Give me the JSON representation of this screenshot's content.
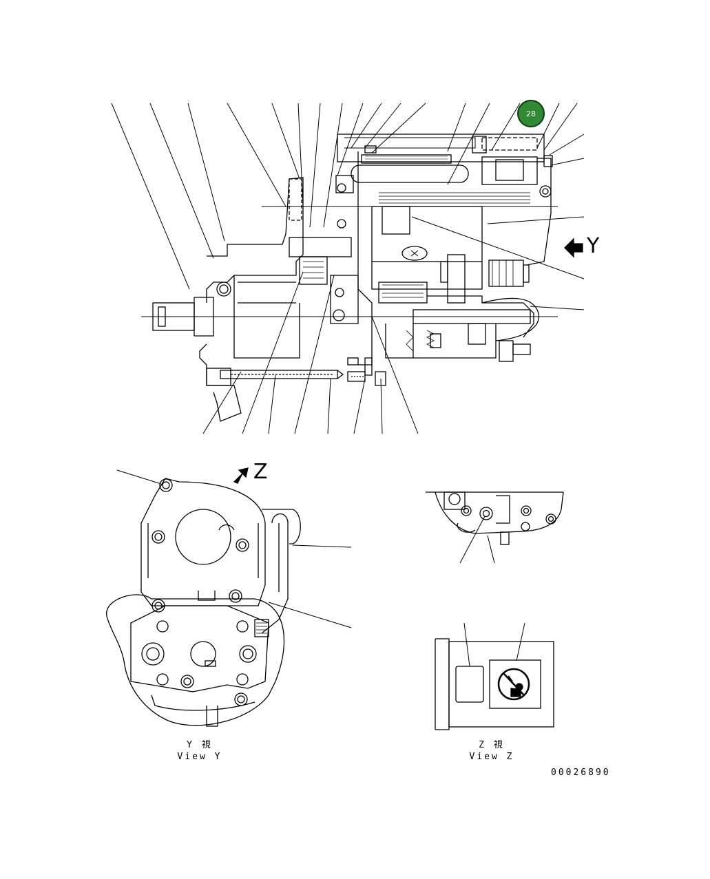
{
  "callout": {
    "number": "28"
  },
  "main_view": {
    "view_y_arrow_letter": "Y"
  },
  "view_y": {
    "arrow_letter": "Z",
    "caption_jp": "Y 視",
    "caption_en": "View Y"
  },
  "view_z": {
    "caption_jp": "Z 視",
    "caption_en": "View Z"
  },
  "drawing_number": "00026890",
  "colors": {
    "callout_fill": "#2f8a33",
    "line": "#000000"
  }
}
